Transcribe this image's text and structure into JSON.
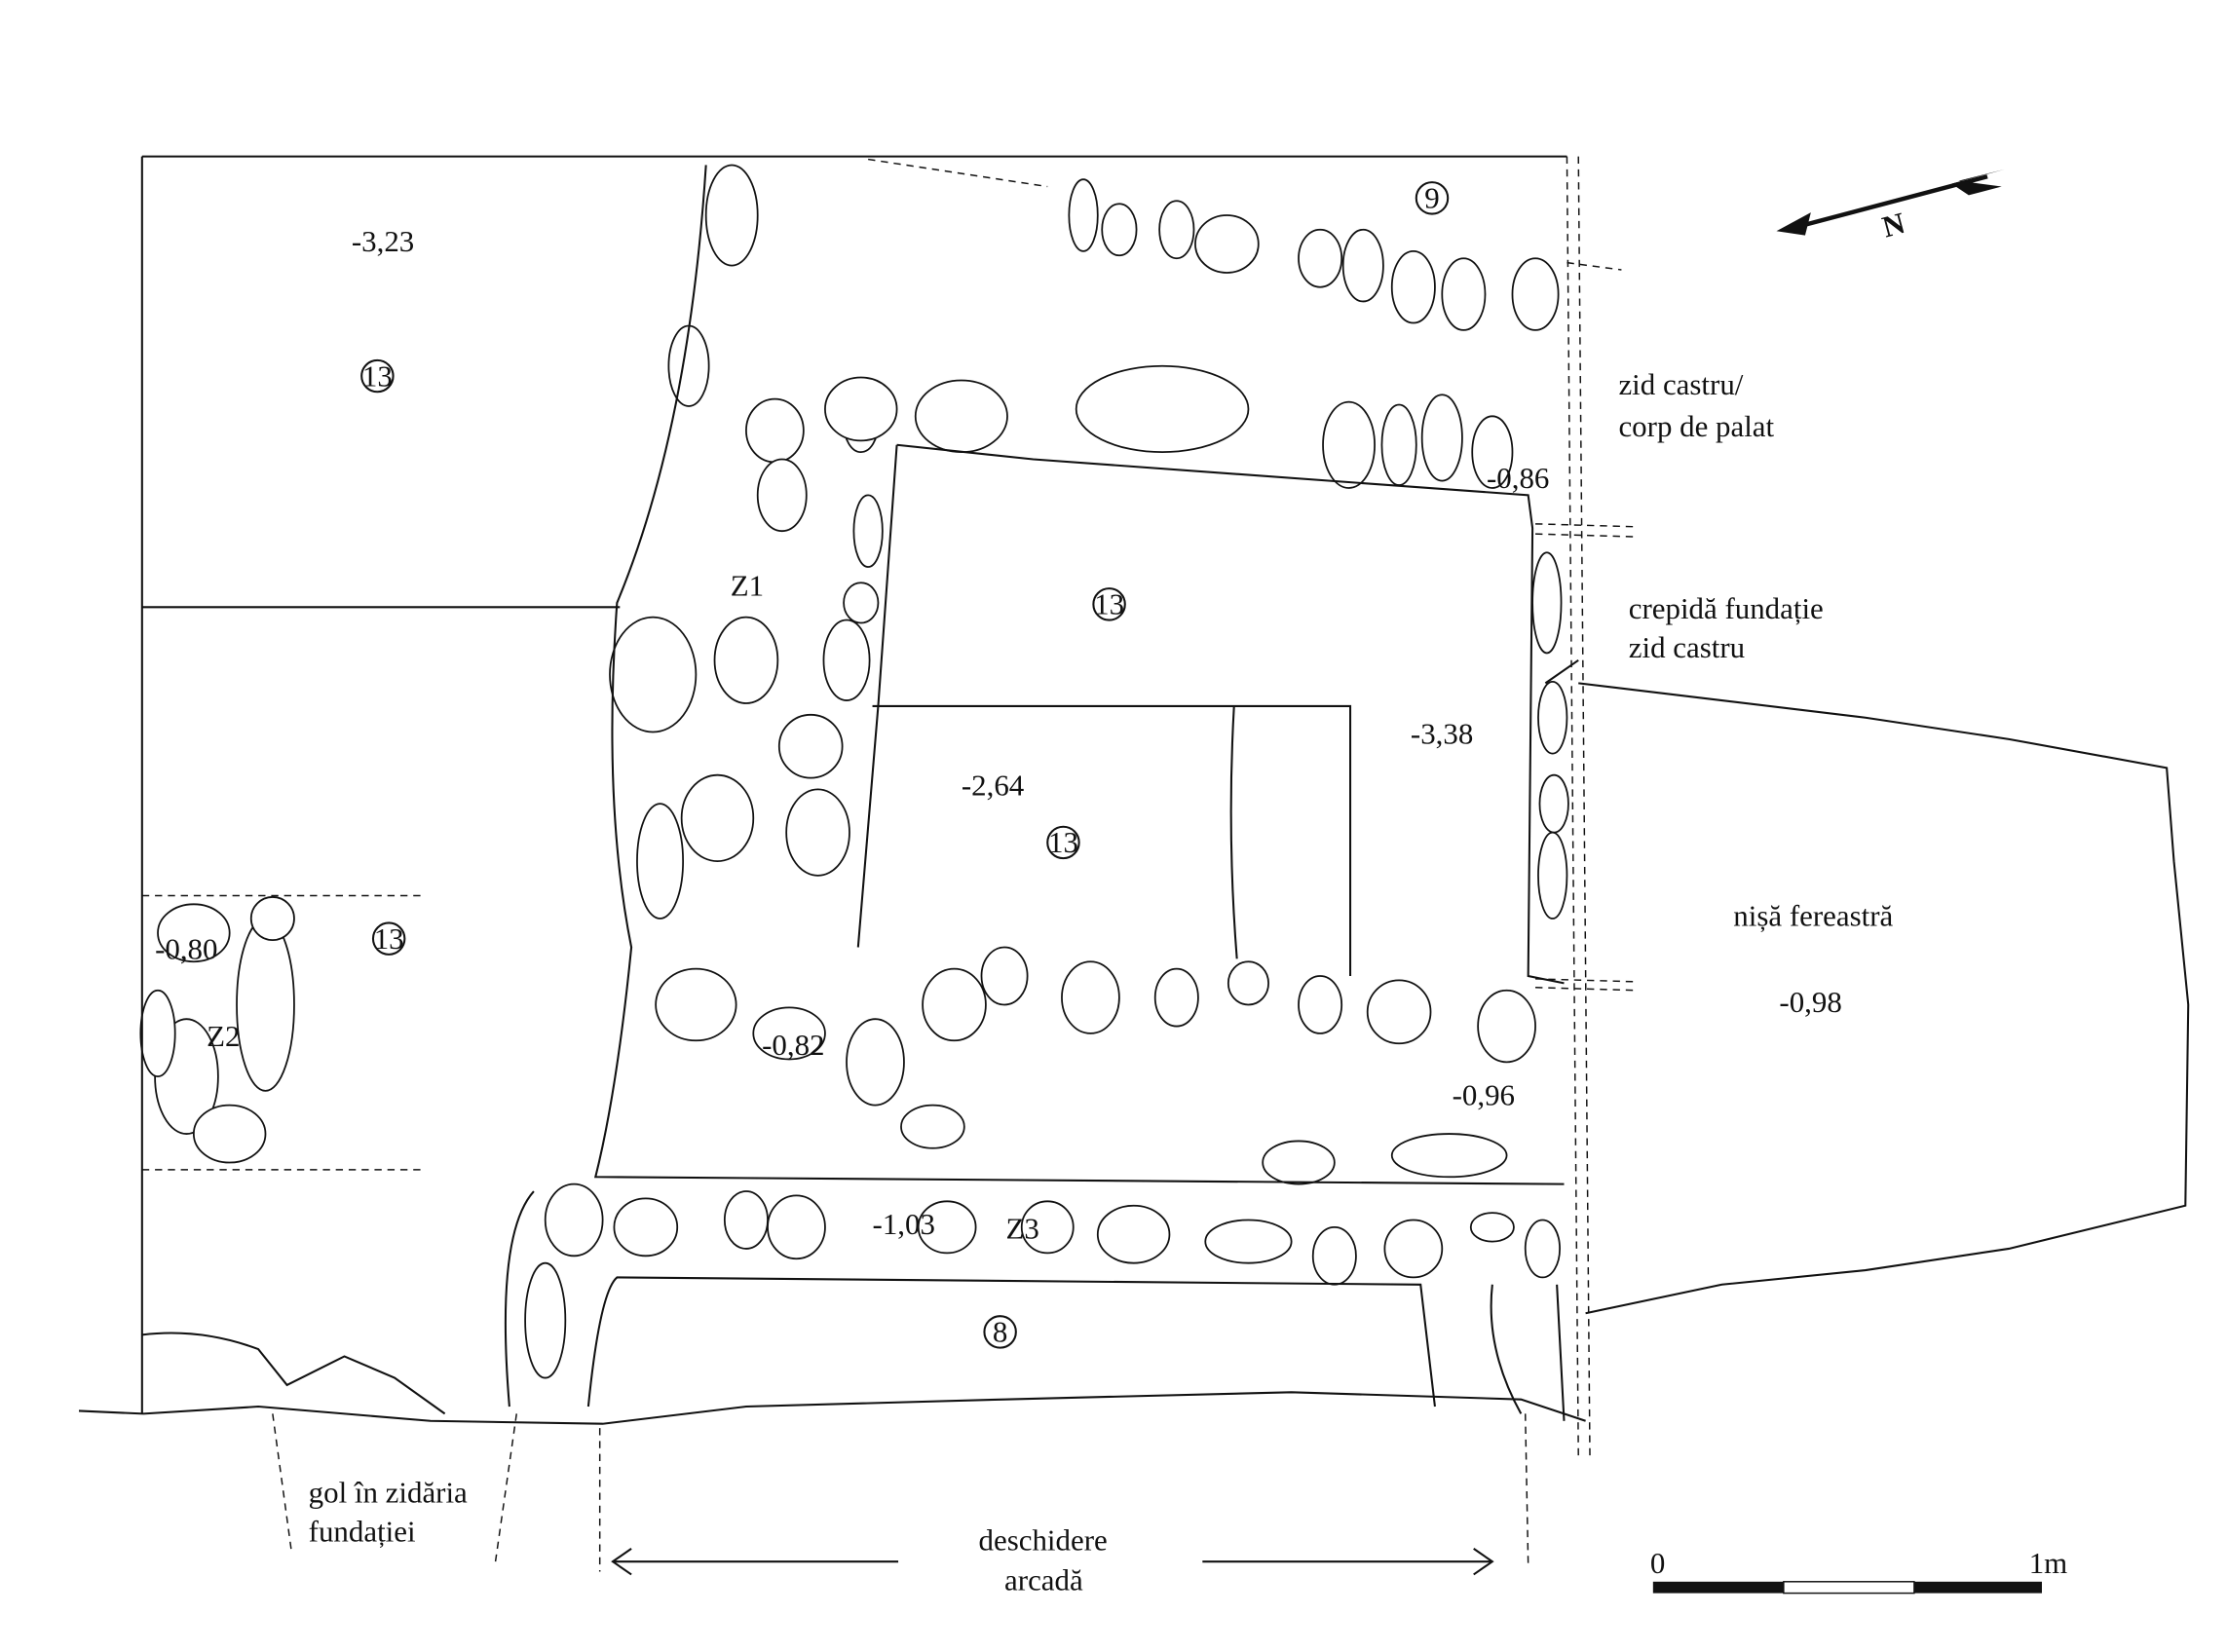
{
  "labels": {
    "elev_323": "-3,23",
    "elev_264": "-2,64",
    "elev_338": "-3,38",
    "elev_086": "-0,86",
    "elev_080": "-0,80",
    "elev_082": "-0,82",
    "elev_096": "-0,96",
    "elev_103": "-1,03",
    "elev_098": "-0,98",
    "z1": "Z1",
    "z2": "Z2",
    "z3": "Z3",
    "layer_13": "13",
    "layer_9": "9",
    "layer_8": "8"
  },
  "annotations": {
    "zid_castru_1": "zid castru/",
    "zid_castru_2": "corp de palat",
    "crepida_1": "crepidă fundație",
    "crepida_2": "zid castru",
    "nisa": "nișă fereastră",
    "gol_1": "gol în zidăria",
    "gol_2": "fundației",
    "deschidere_1": "deschidere",
    "deschidere_2": "arcadă"
  },
  "north_arrow": {
    "letter": "N"
  },
  "scale_bar": {
    "start": "0",
    "end": "1m",
    "segments": 3
  }
}
